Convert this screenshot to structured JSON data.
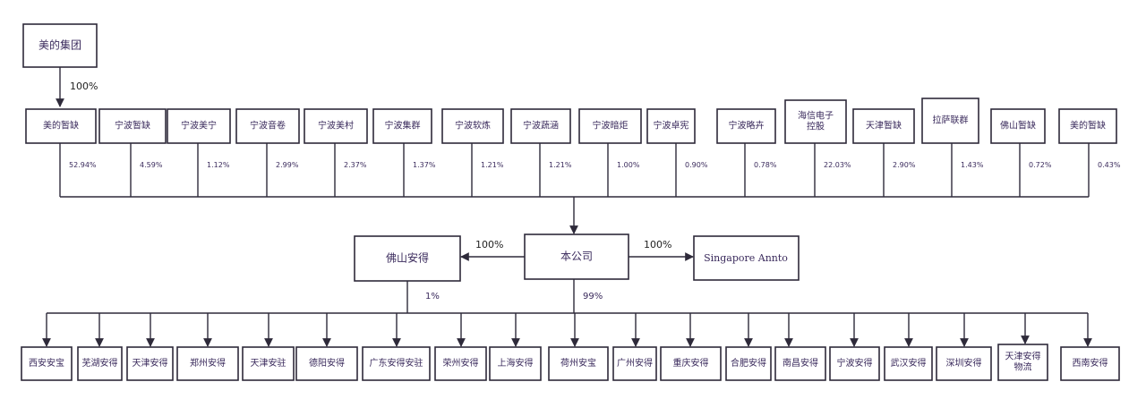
{
  "top": {
    "label": "美的集团",
    "pct": "100%"
  },
  "shareholders": [
    {
      "label": "美的暂缺",
      "pct": "52.94%"
    },
    {
      "label": "宁波暂缺",
      "pct": "4.59%"
    },
    {
      "label": "宁波美宁",
      "pct": "1.12%"
    },
    {
      "label": "宁波音卷",
      "pct": "2.99%"
    },
    {
      "label": "宁波美村",
      "pct": "2.37%"
    },
    {
      "label": "宁波集群",
      "pct": "1.37%"
    },
    {
      "label": "宁波软炼",
      "pct": "1.21%"
    },
    {
      "label": "宁波蔬涵",
      "pct": "1.21%"
    },
    {
      "label": "宁波暗炬",
      "pct": "1.00%"
    },
    {
      "label": "宁波卓宪",
      "pct": "0.90%"
    },
    {
      "label": "宁波略卉",
      "pct": "0.78%"
    },
    {
      "label": [
        "海信电子",
        "控股"
      ],
      "pct": "22.03%"
    },
    {
      "label": "天津暂缺",
      "pct": "2.90%"
    },
    {
      "label": "拉萨联群",
      "pct": "1.43%"
    },
    {
      "label": "佛山暂缺",
      "pct": "0.72%"
    },
    {
      "label": "美的暂缺",
      "pct": "0.43%"
    }
  ],
  "company": {
    "label": "本公司"
  },
  "left_sub": {
    "label": "佛山安得",
    "pct_link": "100%",
    "pct_down": "1%"
  },
  "right_sub": {
    "label": "Singapore Annto",
    "pct_link": "100%"
  },
  "pct_down": "99%",
  "subsidiaries": [
    {
      "label": "西安安宝"
    },
    {
      "label": "芜湖安得"
    },
    {
      "label": "天津安得"
    },
    {
      "label": "郑州安得"
    },
    {
      "label": "天津安驻"
    },
    {
      "label": "德阳安得"
    },
    {
      "label": "广东安得安驻"
    },
    {
      "label": "荣州安得"
    },
    {
      "label": "上海安得"
    },
    {
      "label": "荷州安宝"
    },
    {
      "label": "广州安得"
    },
    {
      "label": "重庆安得"
    },
    {
      "label": "合肥安得"
    },
    {
      "label": "南昌安得"
    },
    {
      "label": "宁波安得"
    },
    {
      "label": "武汉安得"
    },
    {
      "label": "深圳安得"
    },
    {
      "label": [
        "天津安得",
        "物流"
      ]
    },
    {
      "label": "西南安得"
    }
  ],
  "colors": {
    "line": "#2e2a3a",
    "text": "#3a2a5c"
  }
}
